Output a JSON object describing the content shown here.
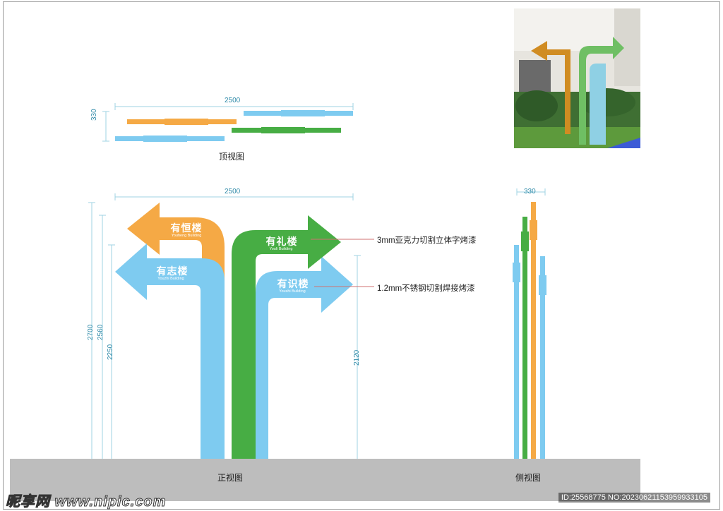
{
  "top_view": {
    "width_dim": "2500",
    "depth_dim": "330",
    "caption": "顶视图"
  },
  "front_view": {
    "width_dim": "2500",
    "height_dims": [
      "2700",
      "2560",
      "2250",
      "2120"
    ],
    "caption": "正视图",
    "signs": {
      "orange": {
        "title": "有恒楼",
        "subtitle": "Youheng Building"
      },
      "green": {
        "title": "有礼楼",
        "subtitle": "Youli Building"
      },
      "blue_left": {
        "title": "有志楼",
        "subtitle": "Youzhi Building"
      },
      "blue_right": {
        "title": "有识楼",
        "subtitle": "Youshi Building"
      }
    }
  },
  "side_view": {
    "depth_dim": "330",
    "caption": "侧视图"
  },
  "annotations": {
    "acrylic": "3mm亚克力切割立体字烤漆",
    "steel": "1.2mm不锈钢切割焊接烤漆"
  },
  "watermark": {
    "site": "昵享网 www.nipic.com",
    "id": "ID:25568775 NO:20230621153959933105"
  },
  "colors": {
    "orange": "#f5a945",
    "green": "#47ad44",
    "blue": "#7ecbf0",
    "ground": "#bdbdbd",
    "dimension": "#2f8aa8"
  }
}
